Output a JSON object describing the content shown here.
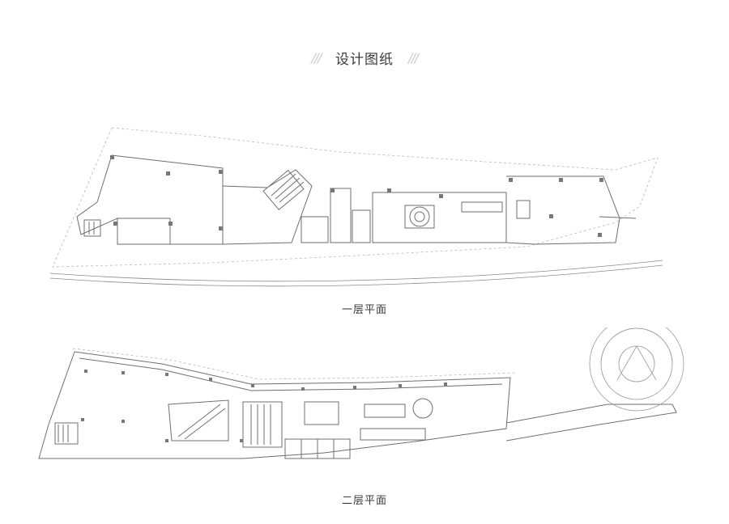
{
  "header": {
    "title": "设计图纸",
    "left_ornament": "///",
    "right_ornament": "///"
  },
  "plans": [
    {
      "caption": "一层平面"
    },
    {
      "caption": "二层平面"
    }
  ],
  "colors": {
    "line": "#6f6f6f",
    "dashed": "#b8b8b8",
    "column": "#777777",
    "ornament": "#d6d6d6"
  }
}
